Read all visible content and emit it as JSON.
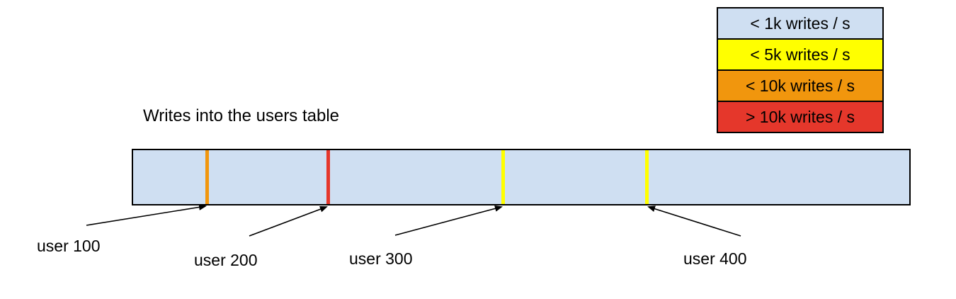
{
  "diagram": {
    "title": "Writes into the users table",
    "bar": {
      "fill_color": "#cfdff2",
      "border_color": "#000000"
    },
    "markers": [
      {
        "label": "user 100",
        "stripe_color": "#f1960d"
      },
      {
        "label": "user 200",
        "stripe_color": "#e5372b"
      },
      {
        "label": "user 300",
        "stripe_color": "#ffff00"
      },
      {
        "label": "user 400",
        "stripe_color": "#ffff00"
      }
    ]
  },
  "legend": {
    "items": [
      {
        "label": "< 1k writes / s",
        "color": "#cfdff2"
      },
      {
        "label": "< 5k writes / s",
        "color": "#ffff00"
      },
      {
        "label": "< 10k writes / s",
        "color": "#f1960d"
      },
      {
        "label": "> 10k writes / s",
        "color": "#e5372b"
      }
    ]
  }
}
